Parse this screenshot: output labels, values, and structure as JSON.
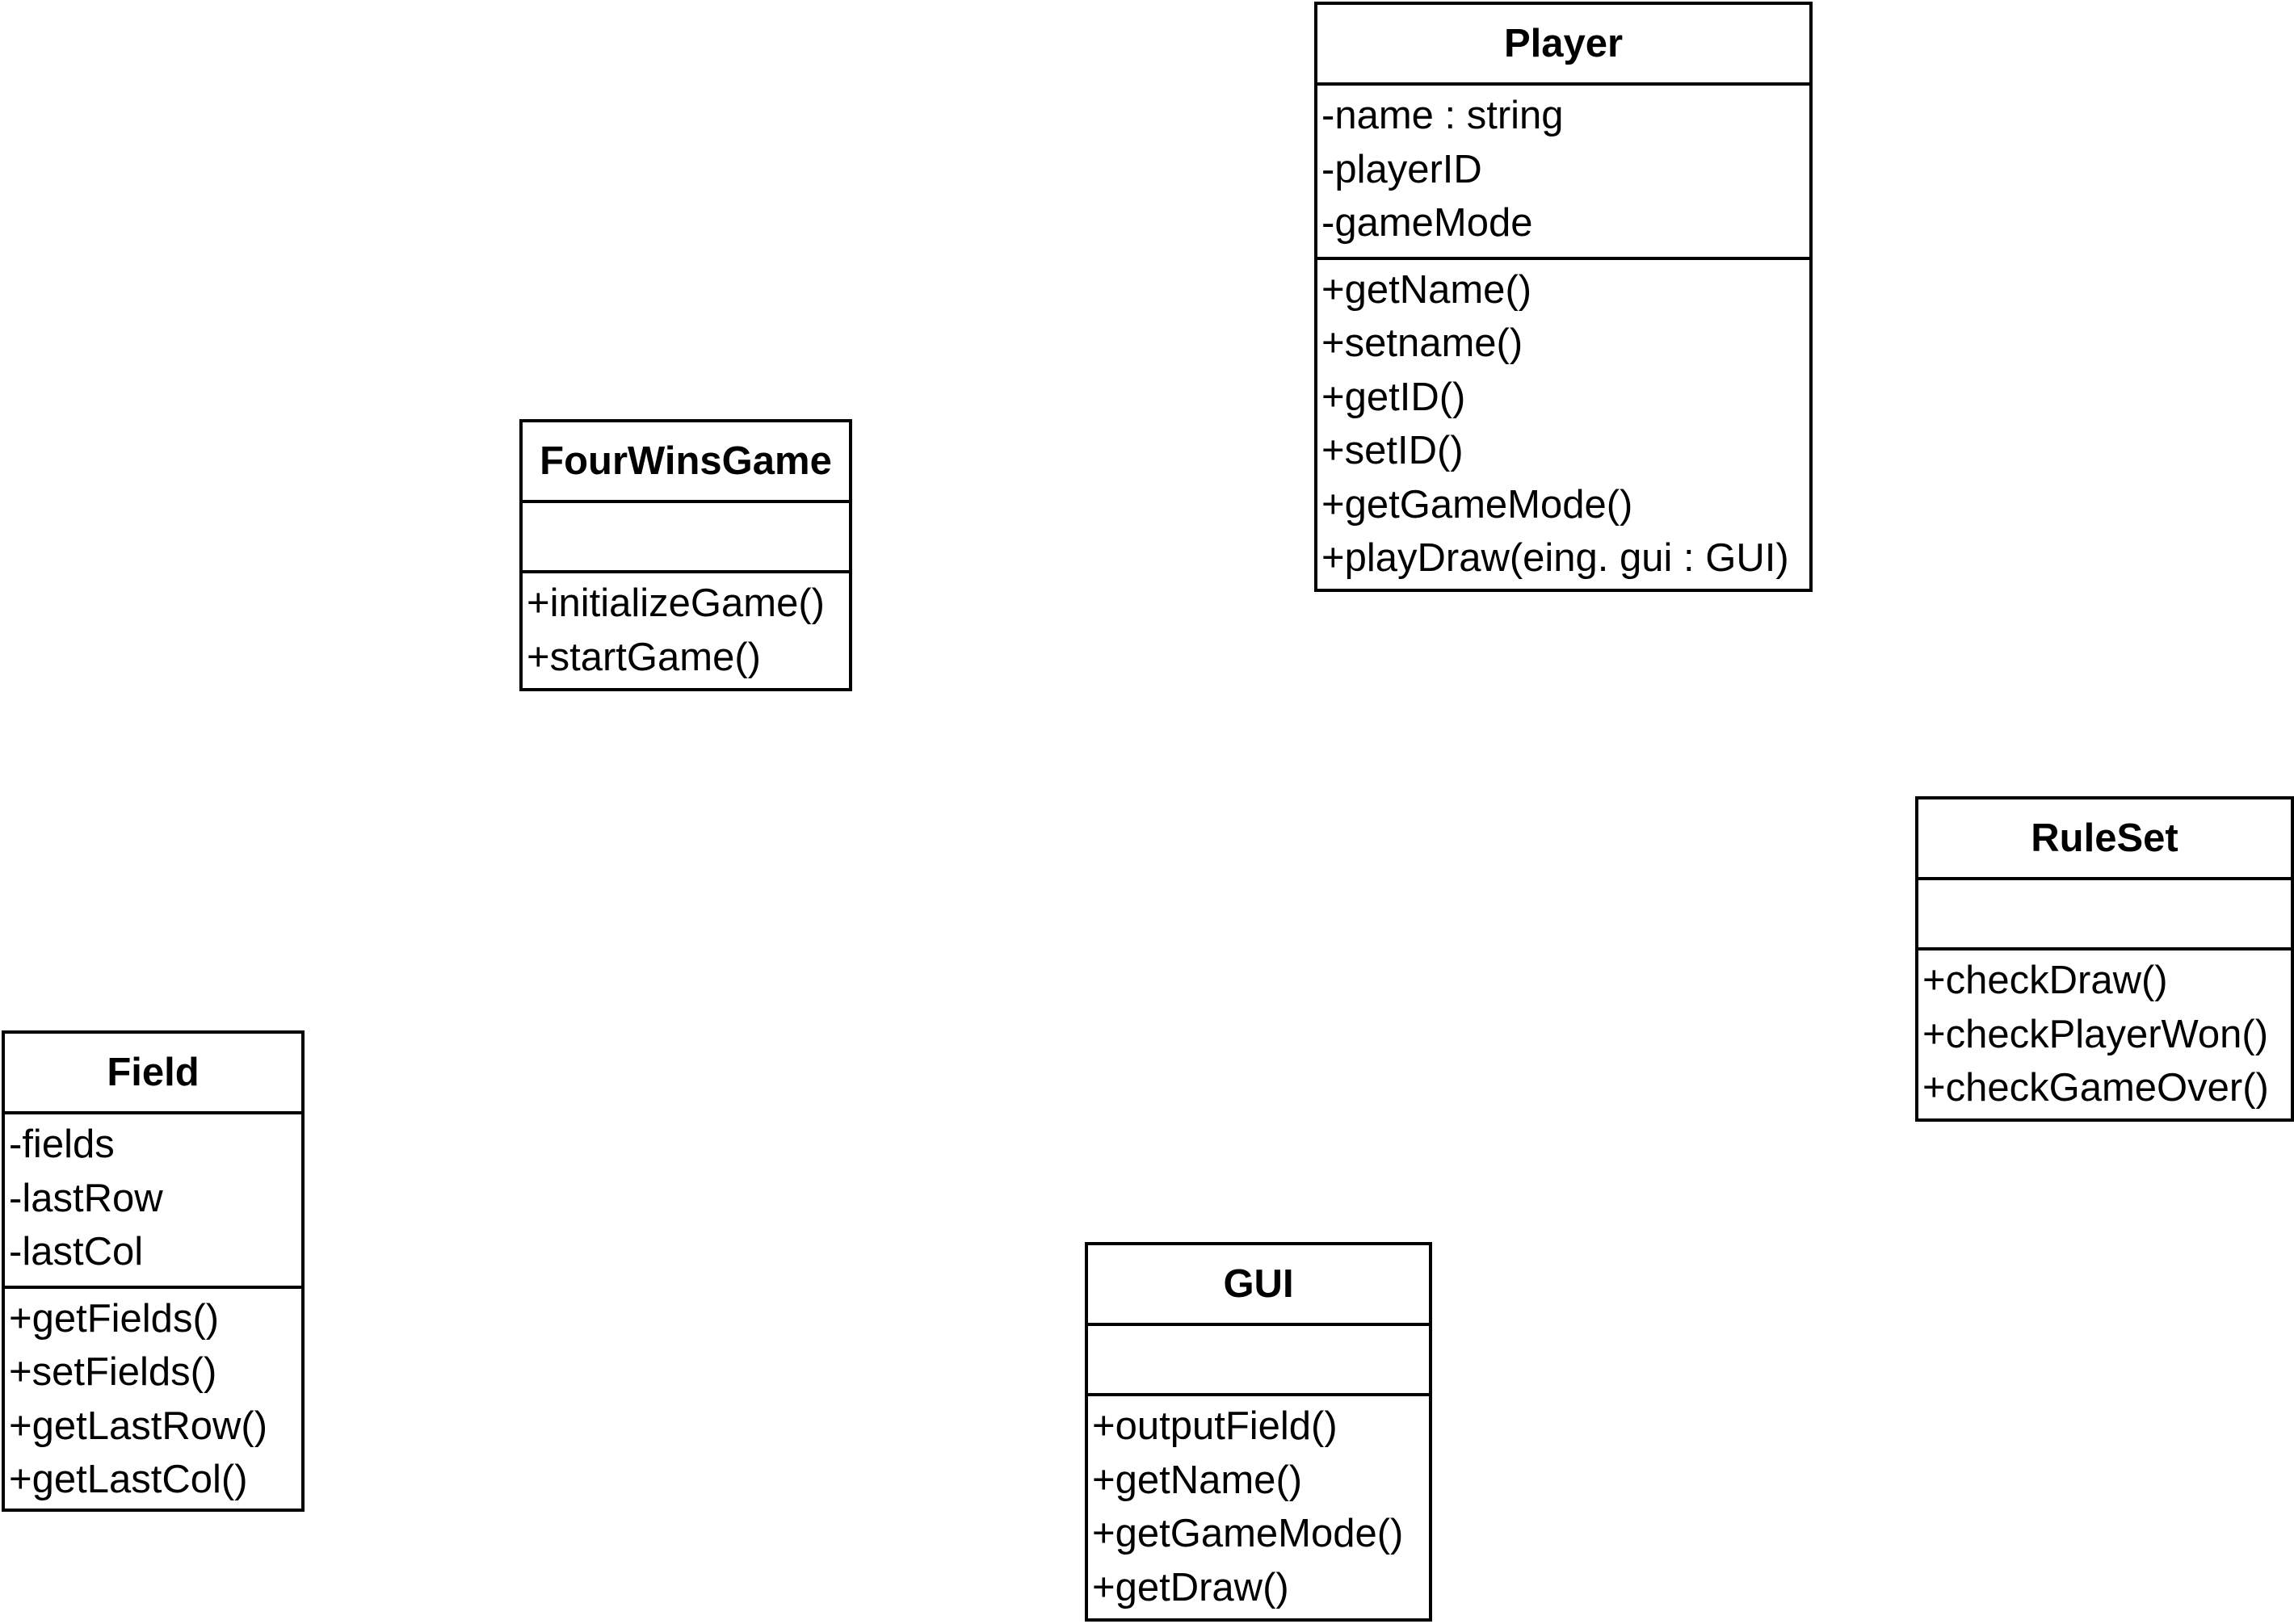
{
  "classes": [
    {
      "id": "player",
      "name": "Player",
      "attributes": [
        "-name : string",
        "-playerID",
        "-gameMode"
      ],
      "methods": [
        "+getName()",
        "+setname()",
        "+getID()",
        "+setID()",
        "+getGameMode()",
        "+playDraw(eing. gui : GUI)"
      ]
    },
    {
      "id": "fourwinsgame",
      "name": "FourWinsGame",
      "attributes": [],
      "methods": [
        "+initializeGame()",
        "+startGame()"
      ]
    },
    {
      "id": "ruleset",
      "name": "RuleSet",
      "attributes": [],
      "methods": [
        "+checkDraw()",
        "+checkPlayerWon()",
        "+checkGameOver()"
      ]
    },
    {
      "id": "field",
      "name": "Field",
      "attributes": [
        "-fields",
        "-lastRow",
        "-lastCol"
      ],
      "methods": [
        "+getFields()",
        "+setFields()",
        "+getLastRow()",
        "+getLastCol()"
      ]
    },
    {
      "id": "gui",
      "name": "GUI",
      "attributes": [],
      "methods": [
        "+outputField()",
        "+getName()",
        "+getGameMode()",
        "+getDraw()"
      ]
    }
  ]
}
